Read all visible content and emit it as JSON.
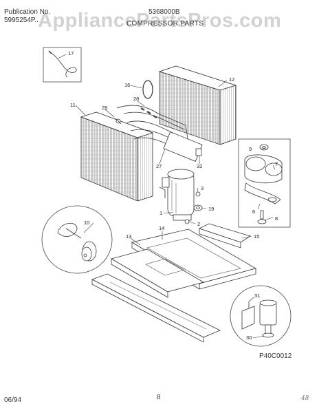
{
  "header": {
    "publication_label": "Publication No.",
    "publication_no": "5995254P..",
    "doc_number": "5368000B",
    "watermark": "AppliancePartsPros.com",
    "section_title": "COMPRESSOR PARTS"
  },
  "callouts": {
    "c1": "1",
    "c2": "2",
    "c3": "3",
    "c6": "6",
    "c7": "7",
    "c8": "8",
    "c9": "9",
    "c10": "10",
    "c11": "11",
    "c12": "12",
    "c13": "13",
    "c14": "14",
    "c15": "15",
    "c16": "16",
    "c17": "17",
    "c19": "19",
    "c27": "27",
    "c28": "28",
    "c29": "29",
    "c30": "30",
    "c31": "31",
    "c32": "32"
  },
  "footer": {
    "date": "06/94",
    "page": "8",
    "figure_code": "P40C0012",
    "handwritten": "48"
  }
}
